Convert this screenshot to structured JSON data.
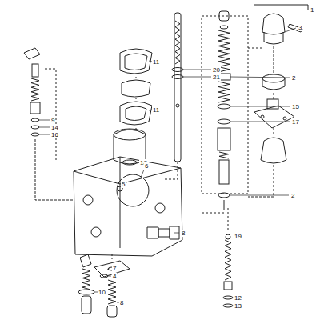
{
  "diagram": {
    "labels": [
      "1",
      "3",
      "2",
      "15",
      "17",
      "2",
      "11",
      "11",
      "20",
      "21",
      "9",
      "14",
      "16",
      "18",
      "6",
      "5",
      "8",
      "19",
      "7",
      "4",
      "10",
      "8",
      "12",
      "13"
    ]
  }
}
